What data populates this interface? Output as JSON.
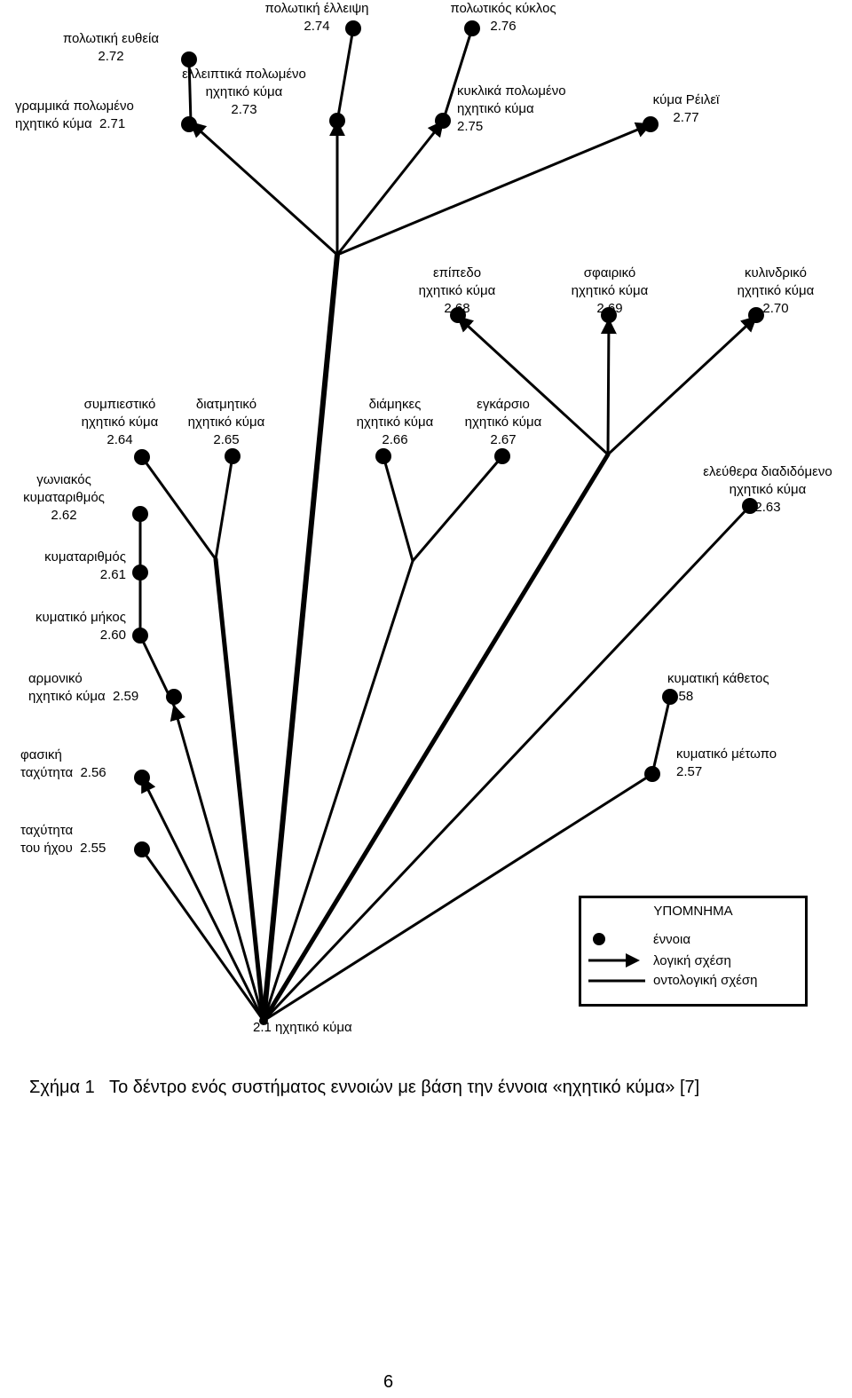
{
  "concepts": {
    "c2_1": "2.1 ηχητικό κύμα",
    "c2_55": "ταχύτητα\nτου ήχου  2.55",
    "c2_56": "φασική\nταχύτητα  2.56",
    "c2_57": "κυματικό μέτωπο\n2.57",
    "c2_58": "κυματική κάθετος\n2.58",
    "c2_59": "αρμονικό\nηχητικό κύμα  2.59",
    "c2_60": "κυματικό μήκος\n2.60",
    "c2_61": "κυματαριθμός\n2.61",
    "c2_62": "γωνιακός\nκυματαριθμός\n2.62",
    "c2_63": "ελεύθερα διαδιδόμενο\nηχητικό κύμα\n2.63",
    "c2_64": "συμπιεστικό\nηχητικό κύμα\n2.64",
    "c2_65": "διατμητικό\nηχητικό κύμα\n2.65",
    "c2_66": "διάμηκες\nηχητικό κύμα\n2.66",
    "c2_67": "εγκάρσιο\nηχητικό κύμα\n2.67",
    "c2_68": "επίπεδο\nηχητικό κύμα\n2.68",
    "c2_69": "σφαιρικό\nηχητικό κύμα\n2.69",
    "c2_70": "κυλινδρικό\nηχητικό κύμα\n2.70",
    "c2_71": "γραμμικά πολωμένο\nηχητικό κύμα  2.71",
    "c2_72": "πολωτική ευθεία\n2.72",
    "c2_73": "ελλειπτικά πολωμένο\nηχητικό κύμα\n2.73",
    "c2_74": "πολωτική έλλειψη\n2.74",
    "c2_75": "κυκλικά πολωμένο\nηχητικό κύμα\n2.75",
    "c2_76": "πολωτικός κύκλος\n2.76",
    "c2_77": "κύμα Ρέιλεϊ\n2.77"
  },
  "legend": {
    "title": "ΥΠΟΜΝΗΜΑ",
    "concept": "έννοια",
    "logical": "λογική σχέση",
    "ontological": "οντολογική σχέση"
  },
  "caption": "Σχήμα 1   Το δέντρο ενός συστήματος εννοιών με βάση την έννοια «ηχητικό κύμα» [7]",
  "page_number": "6"
}
